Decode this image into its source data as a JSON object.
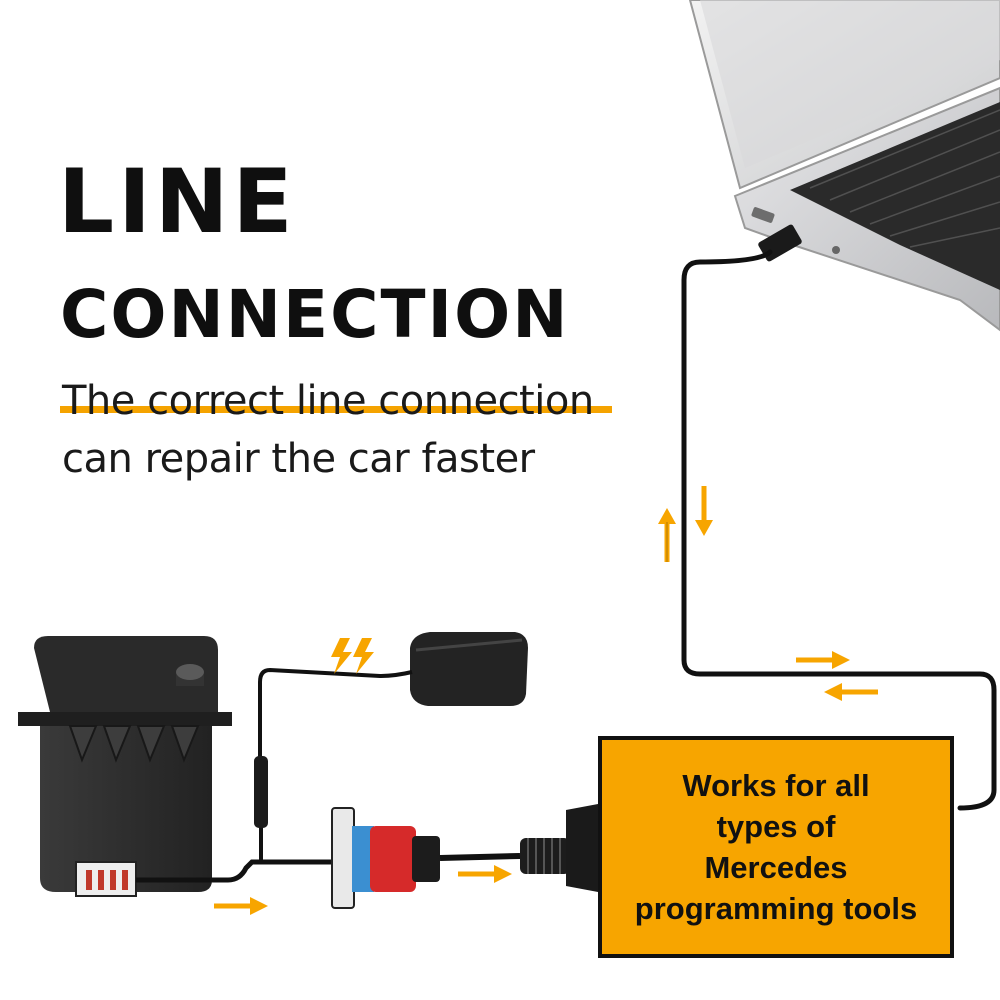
{
  "headline": {
    "line1": "LINE",
    "line2": "CONNECTION"
  },
  "subtitle": {
    "line1": "The correct line connection",
    "line2": "can repair the car faster"
  },
  "callout": {
    "lines": [
      "Works for all",
      "types of",
      "Mercedes",
      "programming tools"
    ]
  },
  "colors": {
    "accent": "#f7a500",
    "text": "#111111",
    "cable": "#111111",
    "device": "#2b2b2b"
  },
  "icons": [
    "laptop-icon",
    "power-adapter-icon",
    "lightning-icon",
    "obd-connector-icon",
    "programmer-device-icon",
    "direction-arrow-icon"
  ]
}
